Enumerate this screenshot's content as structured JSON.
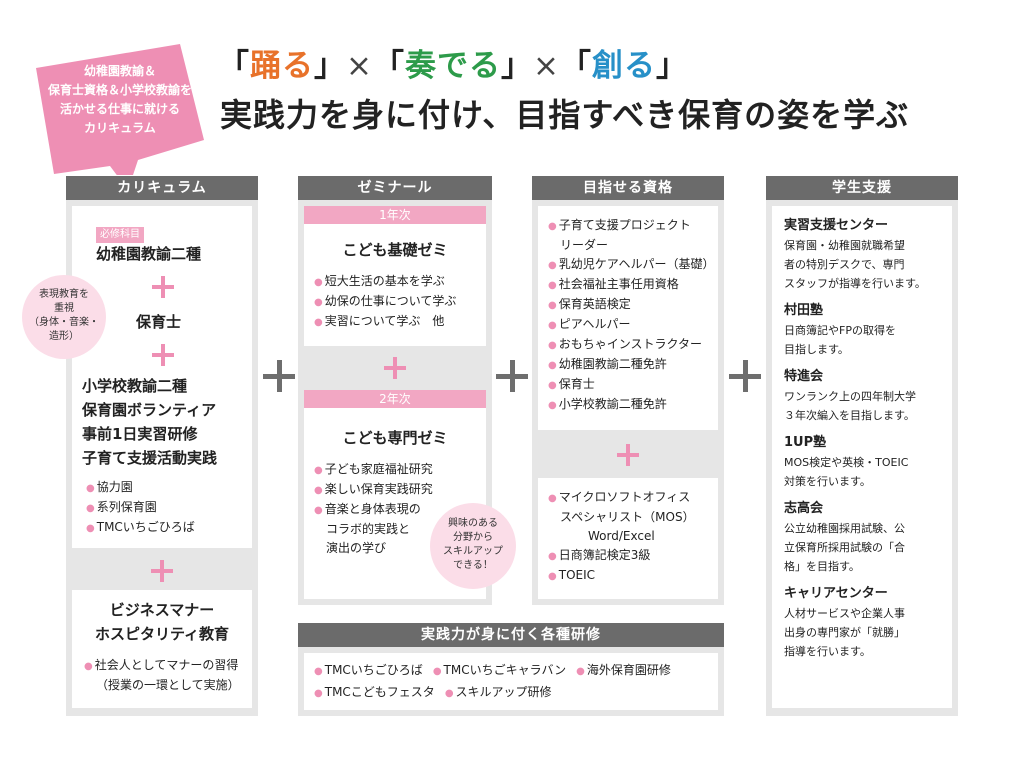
{
  "badge": {
    "lines": [
      "幼稚園教諭＆",
      "保育士資格＆小学校教諭を",
      "活かせる仕事に就ける",
      "カリキュラム"
    ]
  },
  "headline": {
    "bracket_open_1": "「",
    "word1": "踊る",
    "bracket_close_1": "」",
    "cross1": "×",
    "bracket_open_2": "「",
    "word2": "奏でる",
    "bracket_close_2": "」",
    "cross2": "×",
    "bracket_open_3": "「",
    "word3": "創る",
    "bracket_close_3": "」",
    "line2": "実践力を身に付け、目指すべき保育の姿を学ぶ"
  },
  "curriculum": {
    "header": "カリキュラム",
    "required_tag": "必修科目",
    "course1": "幼稚園教諭二種",
    "course2": "保育士",
    "circle": [
      "表現教育を",
      "重視",
      "（身体・音楽・",
      "造形）"
    ],
    "block": [
      "小学校教諭二種",
      "保育園ボランティア",
      "事前1日実習研修",
      "子育て支援活動実践"
    ],
    "practice_items": [
      "協力園",
      "系列保育園",
      "TMCいちごひろば"
    ],
    "business_title": [
      "ビジネスマナー",
      "ホスピタリティ教育"
    ],
    "business_items": [
      "社会人としてマナーの習得",
      "（授業の一環として実施）"
    ]
  },
  "seminar": {
    "header": "ゼミナール",
    "year1_label": "1年次",
    "year1_title": "こども基礎ゼミ",
    "year1_items": [
      "短大生活の基本を学ぶ",
      "幼保の仕事について学ぶ",
      "実習について学ぶ　他"
    ],
    "year2_label": "2年次",
    "year2_title": "こども専門ゼミ",
    "year2_items": [
      "子ども家庭福祉研究",
      "楽しい保育実践研究",
      "音楽と身体表現の",
      "コラボ的実践と",
      "演出の学び"
    ],
    "circle": [
      "興味のある",
      "分野から",
      "スキルアップ",
      "できる！"
    ]
  },
  "qualifications": {
    "header": "目指せる資格",
    "items1": [
      "子育て支援プロジェクト",
      "リーダー",
      "乳幼児ケアヘルパー（基礎）",
      "社会福祉主事任用資格",
      "保育英語検定",
      "ピアヘルパー",
      "おもちゃインストラクター",
      "幼稚園教諭二種免許",
      "保育士",
      "小学校教諭二種免許"
    ],
    "items2": [
      "マイクロソフトオフィス",
      "スペシャリスト（MOS）",
      "Word/Excel",
      "日商簿記検定3級",
      "TOEIC"
    ]
  },
  "support": {
    "header": "学生支援",
    "items": [
      {
        "title": "実習支援センター",
        "desc": [
          "保育園・幼稚園就職希望",
          "者の特別デスクで、専門",
          "スタッフが指導を行います。"
        ]
      },
      {
        "title": "村田塾",
        "desc": [
          "日商簿記やFPの取得を",
          "目指します。"
        ]
      },
      {
        "title": "特進会",
        "desc": [
          "ワンランク上の四年制大学",
          "３年次編入を目指します。"
        ]
      },
      {
        "title": "1UP塾",
        "desc": [
          "MOS検定や英検・TOEIC",
          "対策を行います。"
        ]
      },
      {
        "title": "志高会",
        "desc": [
          "公立幼稚園採用試験、公",
          "立保育所採用試験の「合",
          "格」を目指す。"
        ]
      },
      {
        "title": "キャリアセンター",
        "desc": [
          "人材サービスや企業人事",
          "出身の専門家が「就勝」",
          "指導を行います。"
        ]
      }
    ]
  },
  "training": {
    "header": "実践力が身に付く各種研修",
    "row1": [
      "TMCいちごひろば",
      "TMCいちごキャラバン",
      "海外保育園研修"
    ],
    "row2": [
      "TMCこどもフェスタ",
      "スキルアップ研修"
    ]
  },
  "colors": {
    "pink": "#f2a7c3",
    "header_gray": "#6b6b6b",
    "panel_gray": "#e6e6e6",
    "orange": "#e8722a",
    "green": "#2d9b4a",
    "blue": "#2790c8"
  }
}
